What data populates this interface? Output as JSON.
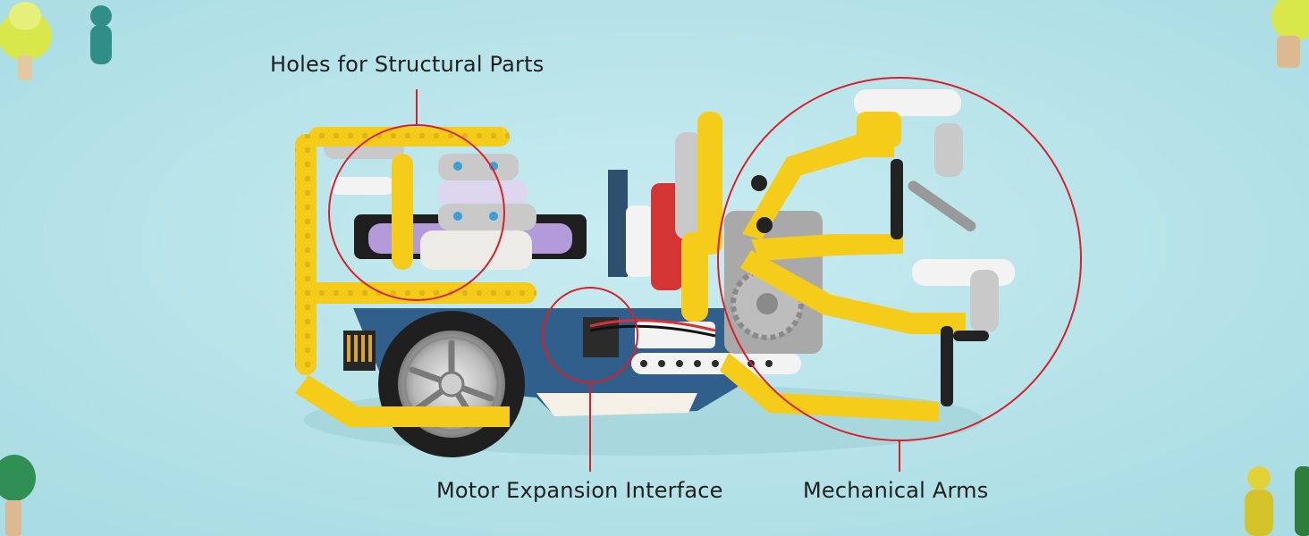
{
  "callouts": {
    "holes": "Holes for Structural Parts",
    "motor": "Motor Expansion Interface",
    "arms": "Mechanical Arms"
  },
  "colors": {
    "background": "#bfe6ec",
    "callout_red": "#d8202a",
    "beam_yellow": "#f5cc1a",
    "beam_white": "#f3f3f3",
    "beam_grey": "#c9c9c9",
    "battery_purple": "#b39ad8"
  }
}
